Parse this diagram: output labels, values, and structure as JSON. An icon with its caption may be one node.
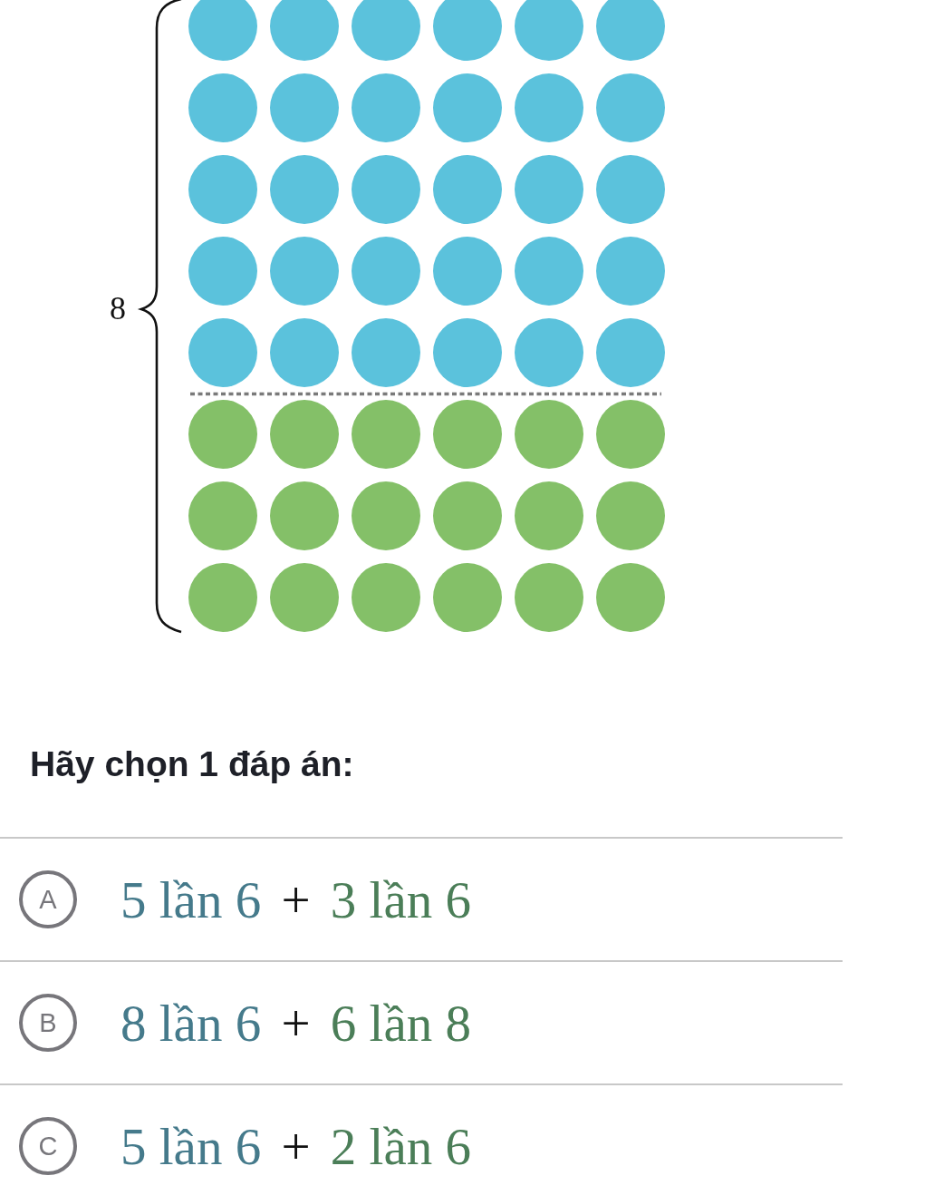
{
  "diagram": {
    "nodes": [
      {
        "text": [
          "A"
        ],
        "beside": [
          "5 lần 6 + 3 lần 6"
        ]
      },
      {
        "text": [
          "B"
        ],
        "beside": [
          "8 lần 6 + 6 lần 8"
        ]
      },
      {
        "text": [
          "C"
        ],
        "beside": [
          "5 lần 6 + 2 lần 6"
        ]
      }
    ],
    "labels": [
      "8",
      "Hãy chọn 1 đáp án:"
    ]
  }
}
